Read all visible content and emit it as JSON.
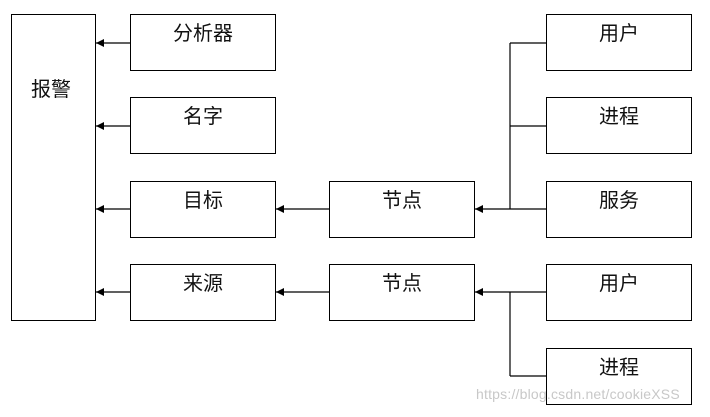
{
  "diagram": {
    "alarm": "报警",
    "analyzer": "分析器",
    "name": "名字",
    "target": "目标",
    "source": "来源",
    "target_node": "节点",
    "source_node": "节点",
    "target_user": "用户",
    "target_process": "进程",
    "target_service": "服务",
    "source_user": "用户",
    "source_process": "进程"
  },
  "watermark": "https://blog.csdn.net/cookieXSS",
  "colors": {
    "line": "#000000",
    "box_border": "#000000",
    "watermark": "#c8c8c8"
  }
}
